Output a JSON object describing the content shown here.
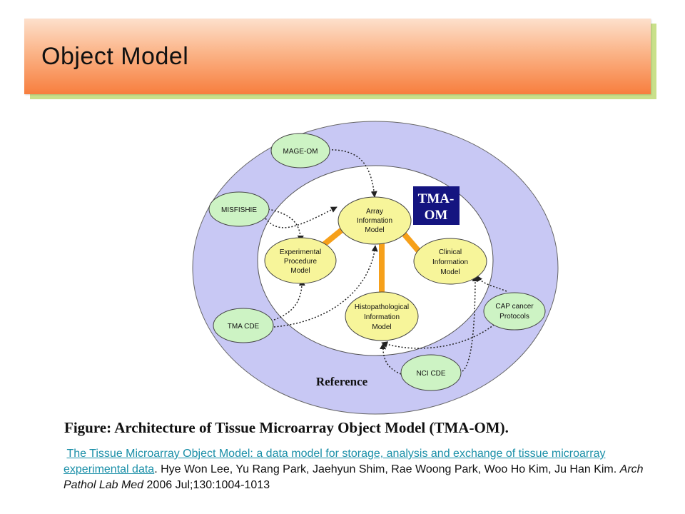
{
  "slide": {
    "title": "Object Model"
  },
  "diagram": {
    "outer_label": "Reference",
    "badge": [
      "TMA-",
      "OM"
    ],
    "colors": {
      "outer_ring": "#c8c8f4",
      "inner_core": "#ffffff",
      "internal_node": "#f7f59a",
      "external_node": "#cdf3c4",
      "connector": "#f6a01a",
      "badge_bg": "#141480"
    },
    "internal_nodes": [
      {
        "id": "array",
        "lines": [
          "Array",
          "Information",
          "Model"
        ]
      },
      {
        "id": "experimental",
        "lines": [
          "Experimental",
          "Procedure",
          "Model"
        ]
      },
      {
        "id": "clinical",
        "lines": [
          "Clinical",
          "Information",
          "Model"
        ]
      },
      {
        "id": "histopath",
        "lines": [
          "Histopathological",
          "Information",
          "Model"
        ]
      }
    ],
    "external_nodes": [
      {
        "id": "mage",
        "lines": [
          "MAGE-OM"
        ]
      },
      {
        "id": "misfishie",
        "lines": [
          "MISFISHIE"
        ]
      },
      {
        "id": "tmacde",
        "lines": [
          "TMA CDE"
        ]
      },
      {
        "id": "cap",
        "lines": [
          "CAP cancer",
          "Protocols"
        ]
      },
      {
        "id": "ncicde",
        "lines": [
          "NCI CDE"
        ]
      }
    ]
  },
  "caption": "Figure: Architecture of Tissue Microarray Object Model (TMA-OM).",
  "citation": {
    "link_text": "The Tissue Microarray Object Model: a data model for storage, analysis and exchange of tissue microarray experimental data",
    "authors": ". Hye Won Lee, Yu Rang Park, Jaehyun Shim, Rae Woong Park, Woo Ho Kim, Ju Han Kim. ",
    "journal": "Arch Pathol Lab Med",
    "details": " 2006 Jul;130:1004-1013"
  }
}
